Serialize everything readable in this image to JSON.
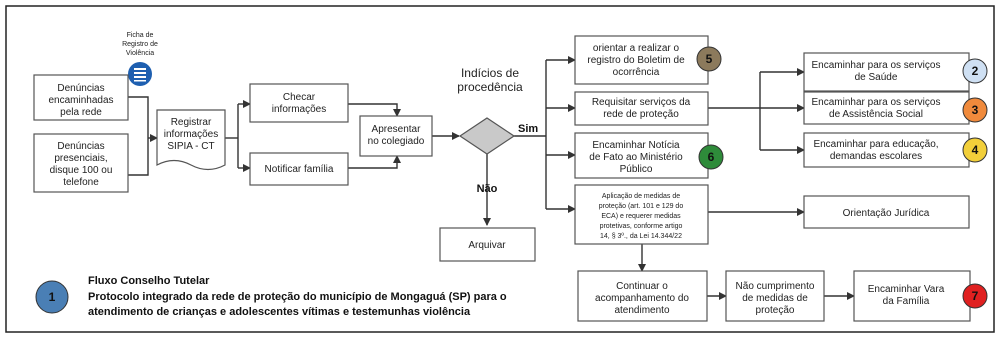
{
  "intake": {
    "ficha_label": [
      "Ficha de",
      "Registro de",
      "Violência"
    ],
    "ficha_icon": "document-list-icon",
    "referrals": [
      "Denúncias",
      "encaminhadas",
      "pela rede"
    ],
    "presencial": [
      "Denúncias",
      "presenciais,",
      "disque 100 ou",
      "telefone"
    ]
  },
  "process": {
    "registrar": [
      "Registrar",
      "informações",
      "SIPIA - CT"
    ],
    "checar": [
      "Checar",
      "informações"
    ],
    "notificar": "Notificar família",
    "apresentar": [
      "Apresentar",
      "no colegiado"
    ]
  },
  "decision": {
    "question": [
      "Indícios de",
      "procedência"
    ],
    "yes": "Sim",
    "no": "Não",
    "arquivar": "Arquivar"
  },
  "actions": {
    "boletim": [
      "orientar a realizar o",
      "registro do Boletim de",
      "ocorrência"
    ],
    "requisitar": [
      "Requisitar serviços da",
      "rede de proteção"
    ],
    "noticia": [
      "Encaminhar Notícia",
      "de Fato ao Ministério",
      "Público"
    ],
    "medidas": [
      "Aplicação de medidas de",
      "proteção (art. 101 e 129 do",
      "ECA) e requerer medidas",
      "protetivas, conforme artigo",
      "14, § 3º., da Lei 14.344/22"
    ]
  },
  "services": {
    "saude": [
      "Encaminhar para os serviços",
      "de Saúde"
    ],
    "social": [
      "Encaminhar para os serviços",
      "de Assistência Social"
    ],
    "educacao": [
      "Encaminhar para educação,",
      "demandas escolares"
    ],
    "juridica": "Orientação Jurídica"
  },
  "followup": {
    "continuar": [
      "Continuar o",
      "acompanhamento do",
      "atendimento"
    ],
    "nao_cumprimento": [
      "Não cumprimento",
      "de medidas de",
      "proteção"
    ],
    "vara": [
      "Encaminhar Vara",
      "da Família"
    ]
  },
  "badges": {
    "b1": {
      "num": "1",
      "color": "#4a7fb5"
    },
    "b2": {
      "num": "2",
      "color": "#cfe0f3"
    },
    "b3": {
      "num": "3",
      "color": "#f08a3c"
    },
    "b4": {
      "num": "4",
      "color": "#f2cf3a"
    },
    "b5": {
      "num": "5",
      "color": "#8c7a5c"
    },
    "b6": {
      "num": "6",
      "color": "#2e8b3a"
    },
    "b7": {
      "num": "7",
      "color": "#e02020"
    }
  },
  "legend": {
    "title": "Fluxo Conselho Tutelar",
    "line1": "Protocolo integrado da rede de proteção do município de Mongaguá (SP) para o",
    "line2": "atendimento de crianças e adolescentes vítimas e testemunhas violência"
  },
  "colors": {
    "icon_blue": "#1e5fb0",
    "diamond_fill": "#c9c9c9"
  }
}
